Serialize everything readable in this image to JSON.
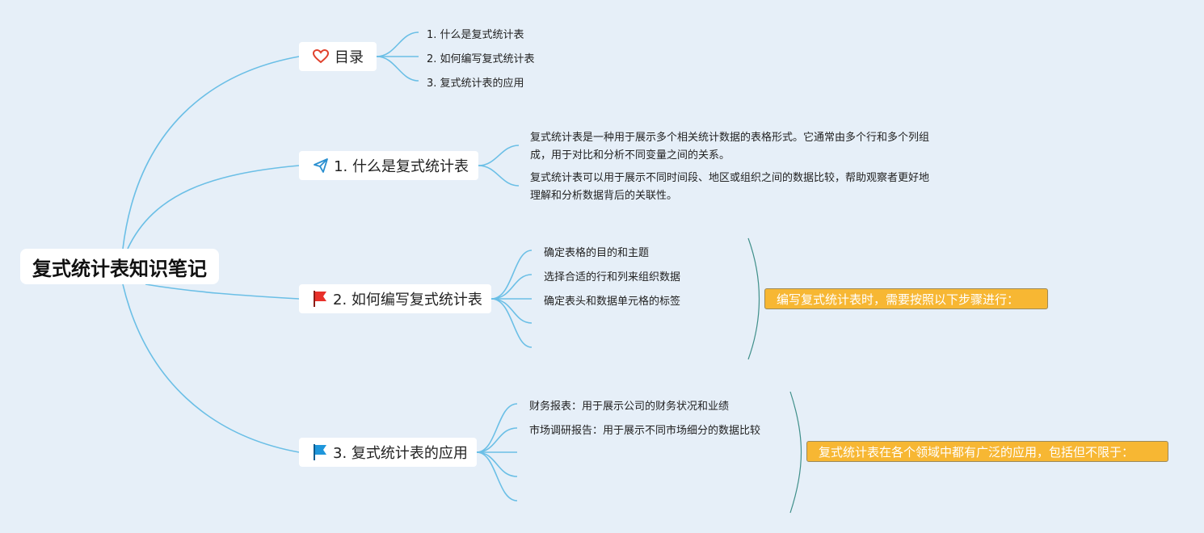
{
  "root": {
    "title": "复式统计表知识笔记"
  },
  "branches": [
    {
      "label": "目录",
      "icon": "heart-icon",
      "children": [
        "1. 什么是复式统计表",
        "2. 如何编写复式统计表",
        "3. 复式统计表的应用"
      ]
    },
    {
      "label": "1. 什么是复式统计表",
      "icon": "paper-plane-icon",
      "paragraphs": [
        "复式统计表是一种用于展示多个相关统计数据的表格形式。它通常由多个行和多个列组成，用于对比和分析不同变量之间的关系。",
        "复式统计表可以用于展示不同时间段、地区或组织之间的数据比较，帮助观察者更好地理解和分析数据背后的关联性。"
      ]
    },
    {
      "label": "2. 如何编写复式统计表",
      "icon": "red-flag-icon",
      "children": [
        "确定表格的目的和主题",
        "选择合适的行和列来组织数据",
        "确定表头和数据单元格的标签",
        "",
        ""
      ],
      "summary": "编写复式统计表时，需要按照以下步骤进行："
    },
    {
      "label": "3. 复式统计表的应用",
      "icon": "blue-flag-icon",
      "children": [
        "财务报表：用于展示公司的财务状况和业绩",
        "市场调研报告：用于展示不同市场细分的数据比较",
        "",
        "",
        ""
      ],
      "summary": "复式统计表在各个领域中都有广泛的应用，包括但不限于："
    }
  ],
  "colors": {
    "background": "#e6eff8",
    "connector": "#6bbfe6",
    "bracket": "#3f8f8a",
    "summary": "#f7b733",
    "heart": "#e0412c",
    "plane": "#2a8fd0",
    "red_flag": "#e8302a",
    "blue_flag": "#1e96db"
  }
}
